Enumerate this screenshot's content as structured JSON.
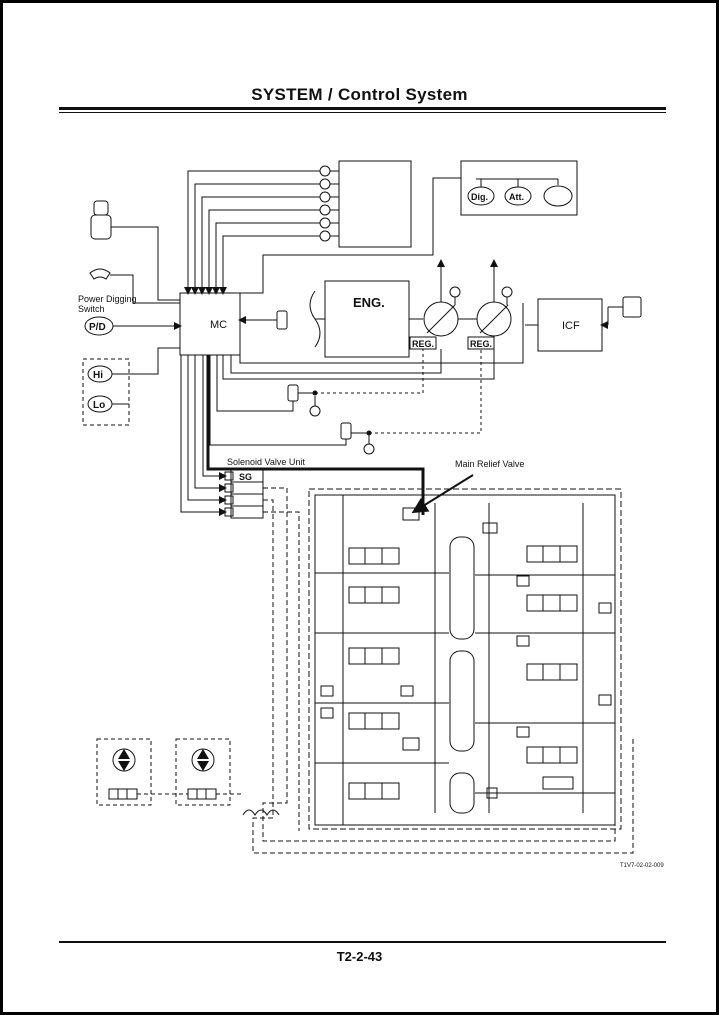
{
  "header": {
    "title": "SYSTEM / Control System"
  },
  "footer": {
    "page_number": "T2-2-43"
  },
  "diagram": {
    "controller": "MC",
    "engine": "ENG.",
    "icf": "ICF",
    "regulators": [
      "REG.",
      "REG."
    ],
    "mode_buttons": [
      "Dig.",
      "Att."
    ],
    "power_digging_switch": [
      "Power Digging",
      "Switch"
    ],
    "pd_label": "P/D",
    "hi_label": "Hi",
    "lo_label": "Lo",
    "solenoid_valve_unit": "Solenoid Valve Unit",
    "sg_label": "SG",
    "main_relief_valve": "Main Relief Valve",
    "figure_code": "T1V7-02-02-009"
  }
}
